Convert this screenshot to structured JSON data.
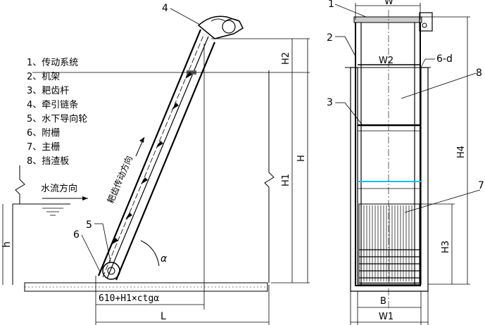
{
  "legend": {
    "items": [
      "1、传动系统",
      "2、机架",
      "3、耙齿杆",
      "4、牵引链条",
      "5、水下导向轮",
      "6、附栅",
      "7、主栅",
      "8、挡渣板"
    ]
  },
  "side_view": {
    "flow_label": "水流方向",
    "motion_label": "耙齿传动方向",
    "dim_h": "h",
    "dim_H": "H",
    "dim_H1": "H1",
    "dim_H2": "H2",
    "dim_L": "L",
    "dim_base": "610+H1×ctgα",
    "angle": "α",
    "callout_4": "4",
    "callout_5": "5",
    "callout_6": "6"
  },
  "front_view": {
    "dim_W": "W",
    "dim_W1": "W1",
    "dim_W2": "W2",
    "dim_B": "B",
    "dim_H3": "H3",
    "dim_H4": "H4",
    "callout_1": "1",
    "callout_2": "2",
    "callout_3": "3",
    "callout_6d": "6-d",
    "callout_8": "8",
    "callout_7": "7"
  },
  "colors": {
    "line": "#000000",
    "water": "#00c0ff"
  }
}
